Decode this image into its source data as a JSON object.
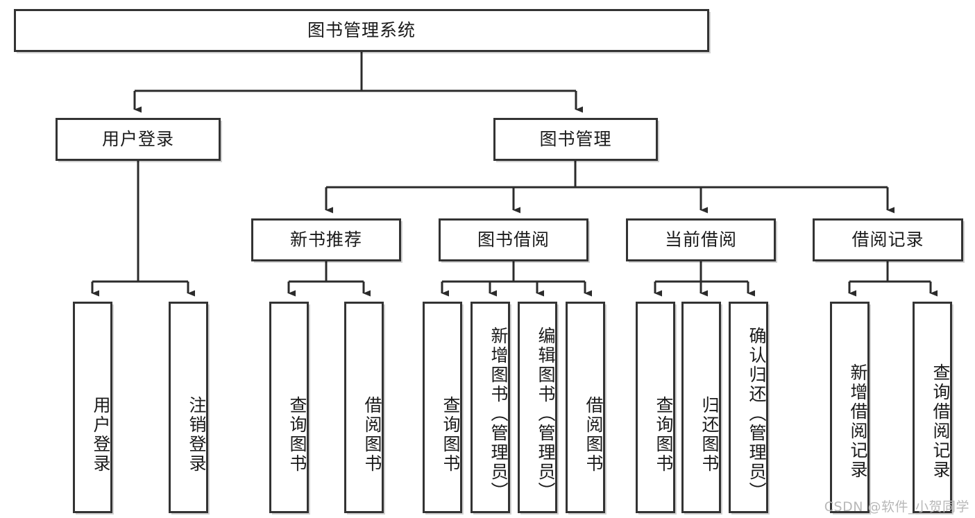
{
  "diagram": {
    "title": "图书管理系统",
    "type": "tree",
    "watermark": "CSDN @软件_小贺同学",
    "colors": {
      "box_border": "#333333",
      "box_fill": "#ffffff",
      "edge": "#2b2b2b",
      "text": "#1a1a1a",
      "watermark": "#b8b8b8"
    },
    "nodes": {
      "root": "图书管理系统",
      "level2": [
        "用户登录",
        "图书管理"
      ],
      "level3": [
        "新书推荐",
        "图书借阅",
        "当前借阅",
        "借阅记录"
      ],
      "leaves": {
        "user_login": [
          "用户登录",
          "注销登录"
        ],
        "new_book": [
          "查询图书",
          "借阅图书"
        ],
        "book_borrow": [
          "查询图书",
          "新增图书（管理员）",
          "编辑图书（管理员）",
          "借阅图书"
        ],
        "current_borrow": [
          "查询图书",
          "归还图书",
          "确认归还（管理员）"
        ],
        "borrow_record": [
          "新增借阅记录",
          "查询借阅记录"
        ]
      }
    }
  }
}
